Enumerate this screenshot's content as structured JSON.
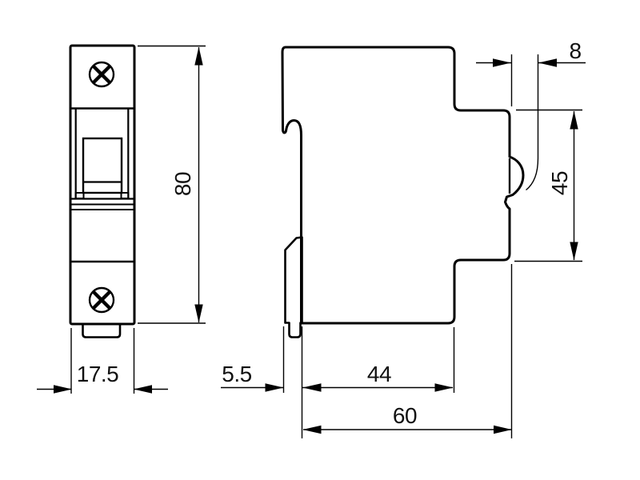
{
  "colors": {
    "body_fill": "#d9d9d9",
    "notch_fill": "#ffffff",
    "outline": "#000000",
    "dimension_line": "#000000",
    "label_text": "#111111",
    "background": "#ffffff"
  },
  "dimensions": {
    "front_width": "17.5",
    "front_height": "80",
    "rear_step_depth": "8",
    "rail_section_height": "45",
    "handle_protrusion": "5.5",
    "body_depth": "44",
    "total_depth": "60"
  }
}
